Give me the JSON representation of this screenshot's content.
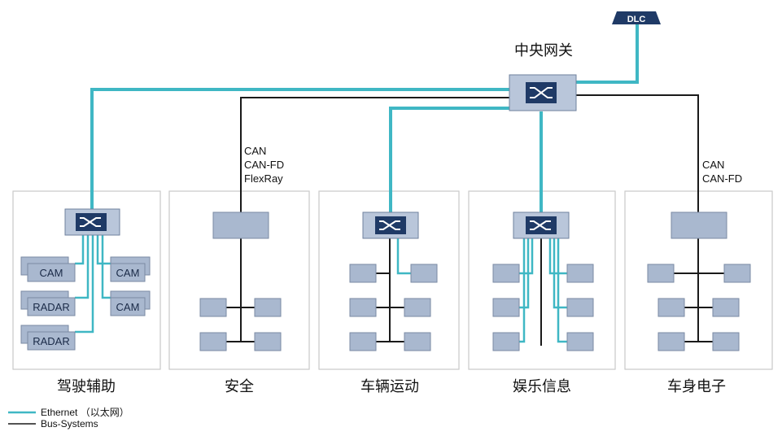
{
  "gateway": {
    "label": "中央网关"
  },
  "dlc": {
    "label": "DLC"
  },
  "domains": [
    {
      "label": "驾驶辅助",
      "devices": [
        "CAM",
        "RADAR",
        "RADAR",
        "CAM",
        "CAM"
      ]
    },
    {
      "label": "安全",
      "bus_labels": [
        "CAN",
        "CAN-FD",
        "FlexRay"
      ]
    },
    {
      "label": "车辆运动"
    },
    {
      "label": "娱乐信息"
    },
    {
      "label": "车身电子",
      "bus_labels": [
        "CAN",
        "CAN-FD"
      ]
    }
  ],
  "legend": {
    "ethernet": "Ethernet （以太网）",
    "bus": "Bus-Systems"
  },
  "colors": {
    "ethernet": "#3fb7c4",
    "bus": "#1a1a1a",
    "ecu": "#a9b8cf",
    "switch": "#1f3a66"
  }
}
